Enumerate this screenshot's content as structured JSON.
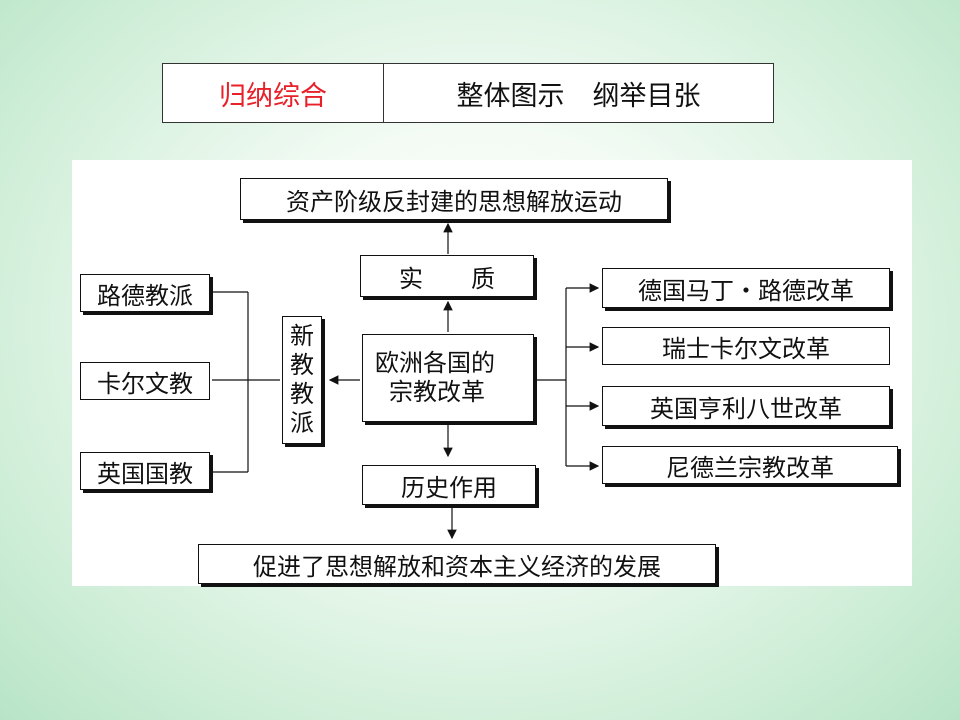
{
  "header": {
    "left": "归纳综合",
    "right_a": "整体图示",
    "right_b": "纲举目张"
  },
  "diagram": {
    "top": "资产阶级反封建的思想解放运动",
    "essence": "实　　质",
    "center_line1": "欧洲各国的",
    "center_line2": "宗教改革",
    "role": "历史作用",
    "bottom": "促进了思想解放和资本主义经济的发展",
    "new_sect": [
      "新",
      "教",
      "教",
      "派"
    ],
    "sects": [
      "路德教派",
      "卡尔文教",
      "英国国教"
    ],
    "reforms": [
      "德国马丁・路德改革",
      "瑞士卡尔文改革",
      "英国亨利八世改革",
      "尼德兰宗教改革"
    ]
  }
}
